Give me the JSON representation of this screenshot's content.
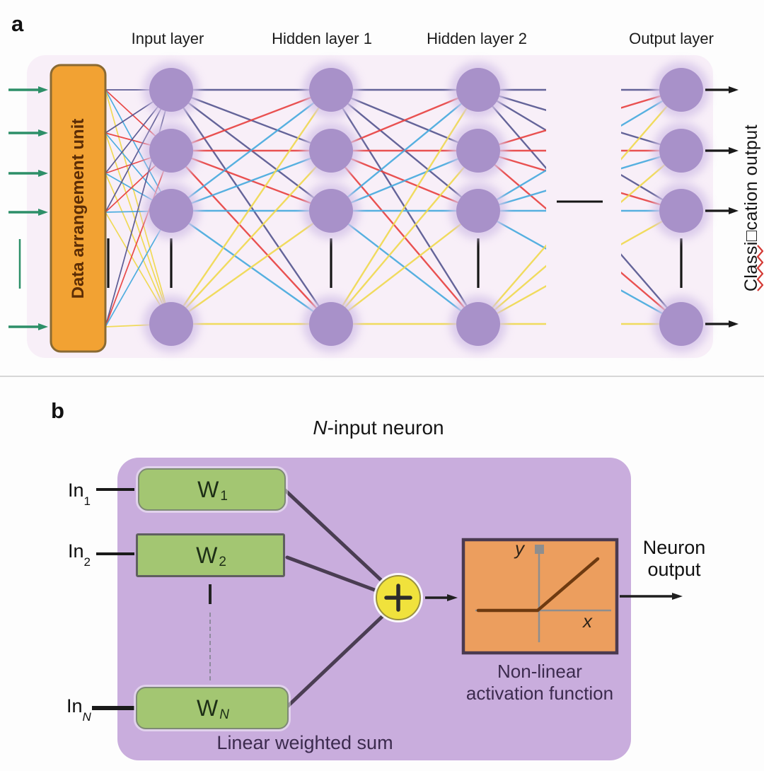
{
  "panel_a": {
    "label": "a",
    "layer_labels": [
      "Input layer",
      "Hidden layer 1",
      "Hidden layer 2",
      "Output layer"
    ],
    "data_unit_label": "Data arrangement unit",
    "classification_label": "Classi□cation output",
    "network": {
      "visible_layers": 4,
      "visible_neurons_per_layer": 4,
      "input_arrows": 5,
      "output_arrows": 4,
      "row_colors": [
        "#55558f",
        "#e8413f",
        "#45aade",
        "#f0d94e"
      ],
      "neuron_color": "#a891c9",
      "neuron_halo": "#d4c3e8",
      "background": "#f8eff8",
      "data_unit_fill": "#f2a233",
      "data_unit_border": "#8a6a33",
      "input_arrow_color": "#2d8f68",
      "output_arrow_color": "#1a1a1a",
      "ellipsis_color": "#151515"
    },
    "squiggle_color": "#d43a35"
  },
  "panel_b": {
    "label": "b",
    "title": {
      "italic": "N",
      "rest": "-input neuron"
    },
    "inputs": [
      {
        "base": "In",
        "sub": "1"
      },
      {
        "base": "In",
        "sub": "2"
      },
      {
        "base": "In",
        "sub": "N"
      }
    ],
    "weights": [
      {
        "base": "W",
        "sub": "1"
      },
      {
        "base": "W",
        "sub": "2"
      },
      {
        "base": "W",
        "sub": "N"
      }
    ],
    "sum_caption": "Linear weighted sum",
    "activation": {
      "caption_line1": "Non-linear",
      "caption_line2": "activation function",
      "x_label": "x",
      "y_label": "y"
    },
    "output": {
      "line1": "Neuron",
      "line2": "output"
    },
    "colors": {
      "panel_fill": "#c9addd",
      "weight_box_fill": "#a3c672",
      "connector": "#4a3d52",
      "sum_circle_fill": "#f0e23c",
      "sum_circle_border": "#9a9140",
      "plus_sign": "#2b2b2b",
      "arrow": "#1f1f1f",
      "activation_fill": "#ec9e5e",
      "activation_border": "#4a3a50",
      "axis": "#8e8e8e",
      "axis_marker": "#8e8e8e",
      "relu": "#6e3a10"
    }
  }
}
